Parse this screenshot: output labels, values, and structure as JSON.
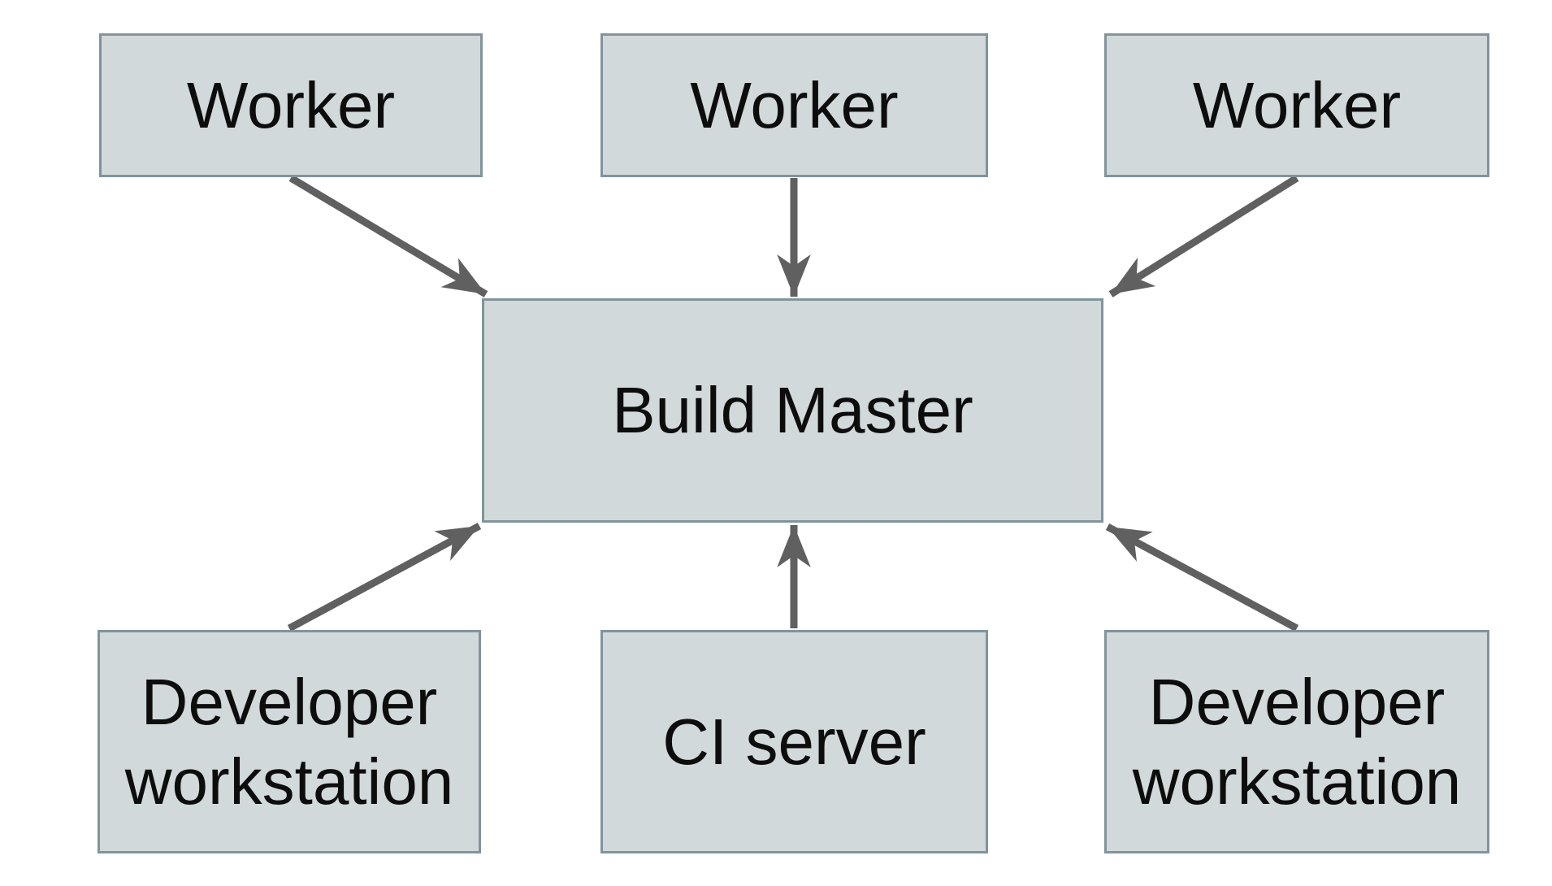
{
  "diagram": {
    "colors": {
      "bg": "#ffffff",
      "node-fill": "#d2d9db",
      "node-border": "#81949d",
      "arrow": "#606060",
      "text": "#0d0d0d"
    },
    "nodes": [
      {
        "id": "worker-left",
        "label": "Worker"
      },
      {
        "id": "worker-mid",
        "label": "Worker"
      },
      {
        "id": "worker-right",
        "label": "Worker"
      },
      {
        "id": "build-master",
        "label": "Build Master"
      },
      {
        "id": "dev-ws-left",
        "label": "Developer workstation"
      },
      {
        "id": "ci-server",
        "label": "CI server"
      },
      {
        "id": "dev-ws-right",
        "label": "Developer workstation"
      }
    ],
    "edges": [
      {
        "from": "worker-left",
        "to": "build-master"
      },
      {
        "from": "worker-mid",
        "to": "build-master"
      },
      {
        "from": "worker-right",
        "to": "build-master"
      },
      {
        "from": "dev-ws-left",
        "to": "build-master"
      },
      {
        "from": "ci-server",
        "to": "build-master"
      },
      {
        "from": "dev-ws-right",
        "to": "build-master"
      }
    ]
  }
}
